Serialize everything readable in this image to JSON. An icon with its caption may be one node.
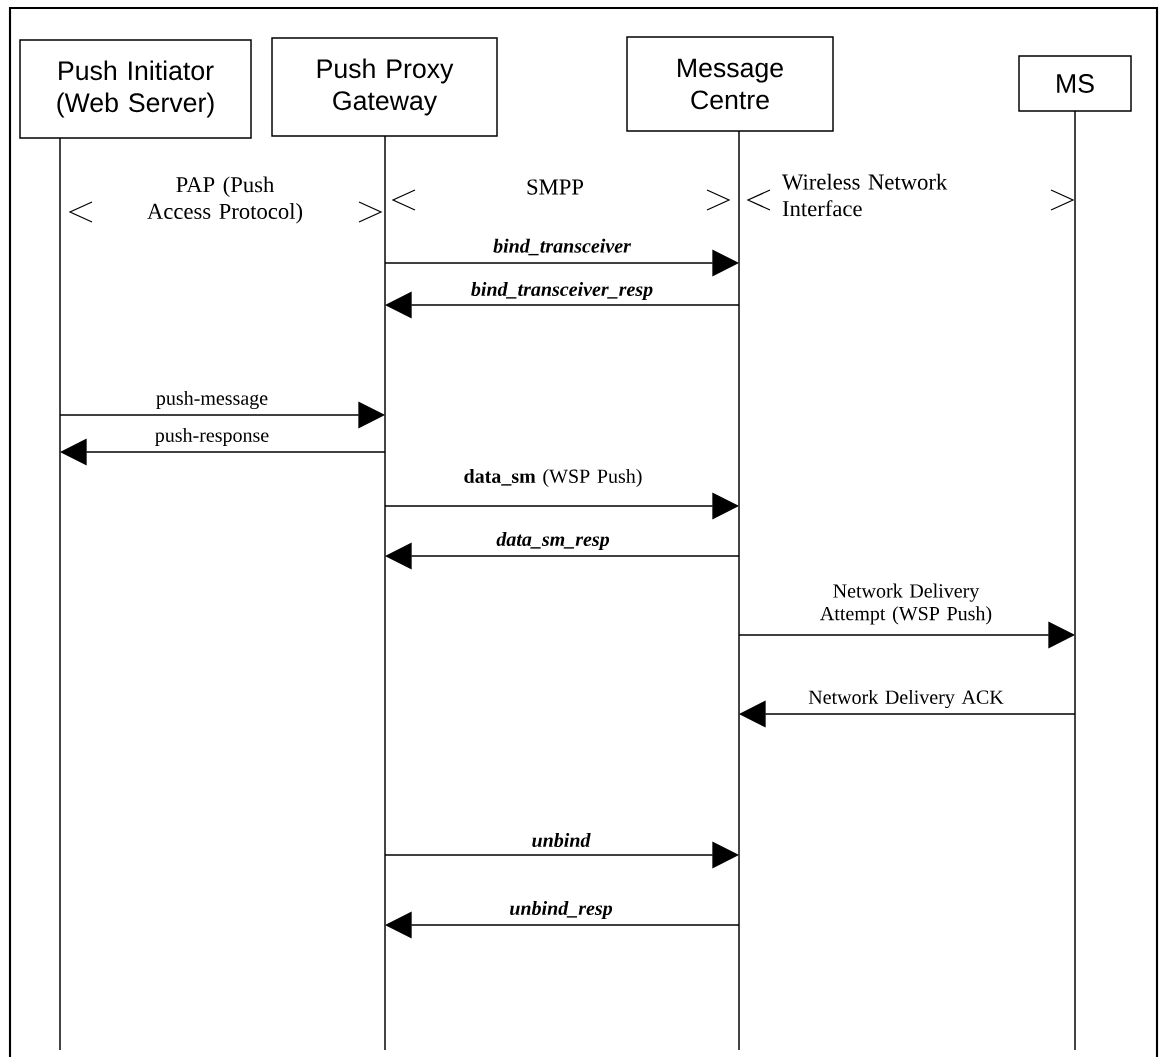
{
  "diagram": {
    "nodes": [
      {
        "text": [
          "Push Initiator (Web Server)"
        ]
      },
      {
        "text": [
          "Push Proxy Gateway"
        ]
      },
      {
        "text": [
          "Message Centre"
        ]
      },
      {
        "text": [
          "MS"
        ]
      }
    ],
    "edges": [
      {
        "from": 1,
        "to": 2,
        "arrow": "to",
        "label": "bind_transceiver"
      },
      {
        "from": 2,
        "to": 1,
        "arrow": "to",
        "label": "bind_transceiver_resp"
      },
      {
        "from": 0,
        "to": 1,
        "arrow": "to",
        "label": "push-message"
      },
      {
        "from": 1,
        "to": 0,
        "arrow": "to",
        "label": "push-response"
      },
      {
        "from": 1,
        "to": 2,
        "arrow": "to",
        "label": "**data_sm** (WSP Push)"
      },
      {
        "from": 2,
        "to": 1,
        "arrow": "to",
        "label": "data_sm_resp"
      },
      {
        "from": 2,
        "to": 3,
        "arrow": "to",
        "label": "Network Delivery Attempt (WSP Push)"
      },
      {
        "from": 3,
        "to": 2,
        "arrow": "to",
        "label": "Network Delivery ACK"
      },
      {
        "from": 1,
        "to": 2,
        "arrow": "to",
        "label": "unbind"
      },
      {
        "from": 2,
        "to": 1,
        "arrow": "to",
        "label": "unbind_resp"
      }
    ],
    "labels": [
      "PAP (Push Access Protocol)",
      "SMPP",
      "Wireless Network Interface"
    ]
  }
}
